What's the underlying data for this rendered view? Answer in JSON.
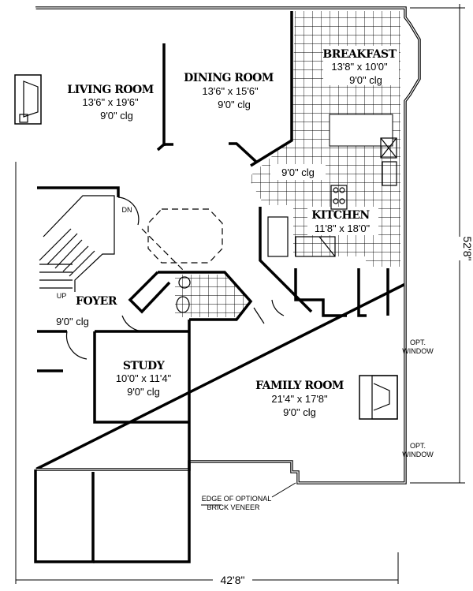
{
  "rooms": {
    "living": {
      "name": "LIVING ROOM",
      "size": "13'6\" x 19'6\"",
      "ceiling": "9'0\" clg"
    },
    "dining": {
      "name": "DINING ROOM",
      "size": "13'6\" x 15'6\"",
      "ceiling": "9'0\" clg"
    },
    "breakfast": {
      "name": "BREAKFAST",
      "size": "13'8\" x 10'0\"",
      "ceiling": "9'0\" clg"
    },
    "kitchen": {
      "name": "KITCHEN",
      "size": "11'8\" x 18'0\"",
      "ceiling": "9'0\" clg"
    },
    "foyer": {
      "name": "FOYER",
      "ceiling": "9'0\" clg"
    },
    "study": {
      "name": "STUDY",
      "size": "10'0\" x 11'4\"",
      "ceiling": "9'0\" clg"
    },
    "family": {
      "name": "FAMILY ROOM",
      "size": "21'4\" x 17'8\"",
      "ceiling": "9'0\" clg"
    }
  },
  "stairs": {
    "down": "DN",
    "up": "UP"
  },
  "notes": {
    "opt_window_1": [
      "OPT.",
      "WINDOW"
    ],
    "opt_window_2": [
      "OPT.",
      "WINDOW"
    ],
    "brick_veneer": [
      "EDGE OF OPTIONAL",
      "BRICK VENEER"
    ]
  },
  "dimensions": {
    "depth": "52'8\"",
    "width": "42'8\""
  }
}
